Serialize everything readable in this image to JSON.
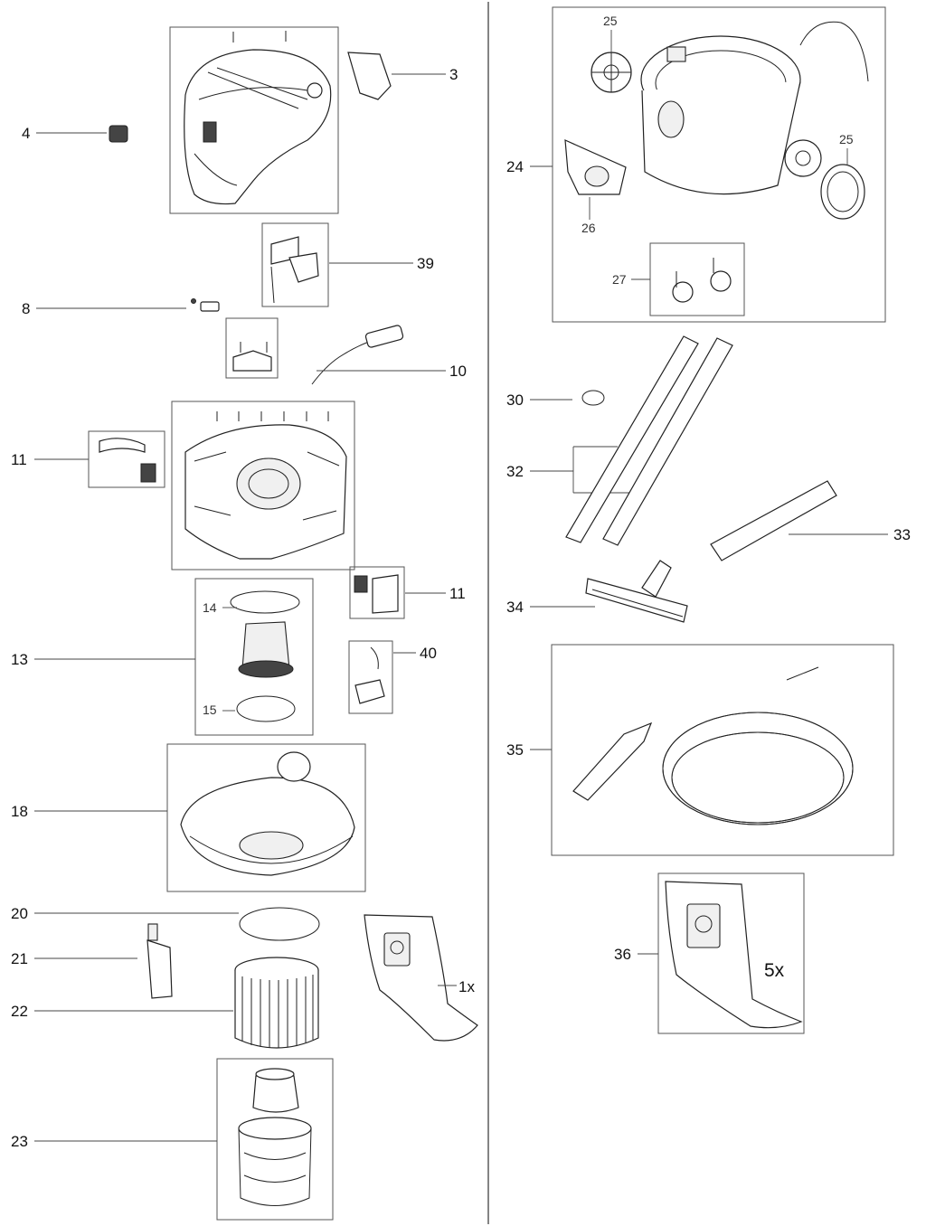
{
  "labels": {
    "p3": "3",
    "p4": "4",
    "p8": "8",
    "p39": "39",
    "p10": "10",
    "p11a": "11",
    "p11b": "11",
    "p13": "13",
    "p14": "14",
    "p15": "15",
    "p40": "40",
    "p18": "18",
    "p20": "20",
    "p21": "21",
    "p22": "22",
    "p23": "23",
    "p1x": "1x",
    "p24": "24",
    "p25a": "25",
    "p25b": "25",
    "p26": "26",
    "p27": "27",
    "p30": "30",
    "p32": "32",
    "p33": "33",
    "p34": "34",
    "p35": "35",
    "p36": "36",
    "p5x": "5x"
  }
}
